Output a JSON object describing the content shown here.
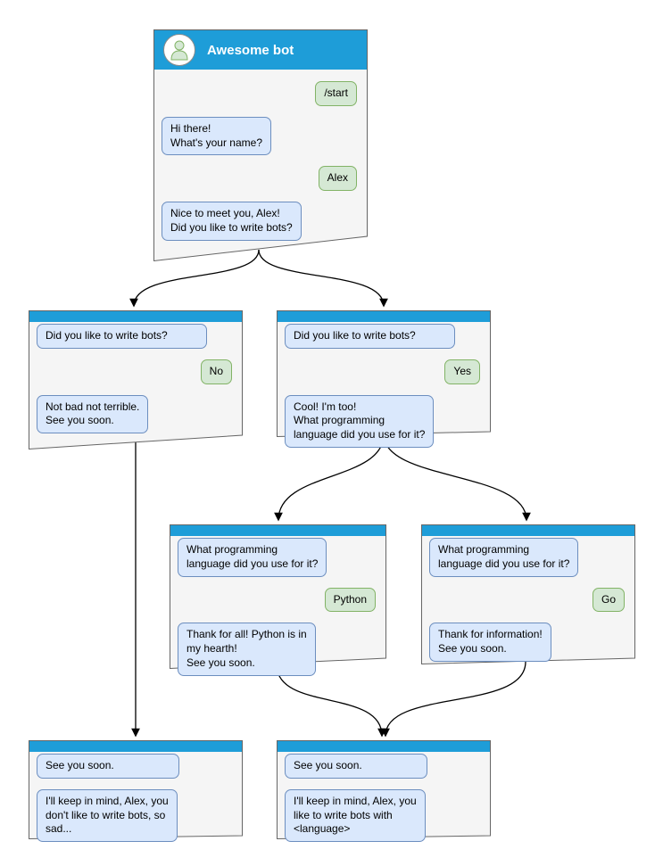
{
  "colors": {
    "header_blue": "#1e9dd8",
    "bot_fill": "#dae8fc",
    "bot_border": "#6c8ebf",
    "user_fill": "#d5e8d4",
    "user_border": "#82b366",
    "window_fill": "#f5f5f5",
    "window_border": "#666666",
    "arrow_color": "#000000"
  },
  "windows": [
    {
      "id": "main",
      "title": "Awesome bot",
      "messages": [
        {
          "from": "user",
          "text": "/start"
        },
        {
          "from": "bot",
          "text": "Hi there!\nWhat's your name?"
        },
        {
          "from": "user",
          "text": "Alex"
        },
        {
          "from": "bot",
          "text": "Nice to meet you, Alex!\nDid you like to write bots?"
        }
      ]
    },
    {
      "id": "no-branch",
      "messages": [
        {
          "from": "bot",
          "text": "Did you like to write bots?"
        },
        {
          "from": "user",
          "text": "No"
        },
        {
          "from": "bot",
          "text": "Not bad not terrible.\nSee you soon."
        }
      ]
    },
    {
      "id": "yes-branch",
      "messages": [
        {
          "from": "bot",
          "text": "Did you like to write bots?"
        },
        {
          "from": "user",
          "text": "Yes"
        },
        {
          "from": "bot",
          "text": "Cool! I'm too!\nWhat programming\nlanguage did you use for it?"
        }
      ]
    },
    {
      "id": "python-branch",
      "messages": [
        {
          "from": "bot",
          "text": "What programming\nlanguage did you use for it?"
        },
        {
          "from": "user",
          "text": "Python"
        },
        {
          "from": "bot",
          "text": "Thank for all! Python is in\nmy hearth!\nSee you soon."
        }
      ]
    },
    {
      "id": "go-branch",
      "messages": [
        {
          "from": "bot",
          "text": "What programming\nlanguage did you use for it?"
        },
        {
          "from": "user",
          "text": "Go"
        },
        {
          "from": "bot",
          "text": "Thank for information!\nSee you soon."
        }
      ]
    },
    {
      "id": "end-no",
      "messages": [
        {
          "from": "bot",
          "text": "See you soon."
        },
        {
          "from": "bot",
          "text": "I'll keep in mind, Alex, you\ndon't like to write bots, so\nsad..."
        }
      ]
    },
    {
      "id": "end-yes",
      "messages": [
        {
          "from": "bot",
          "text": "See you soon."
        },
        {
          "from": "bot",
          "text": "I'll keep in mind, Alex, you\nlike to write bots with\n<language>"
        }
      ]
    }
  ]
}
